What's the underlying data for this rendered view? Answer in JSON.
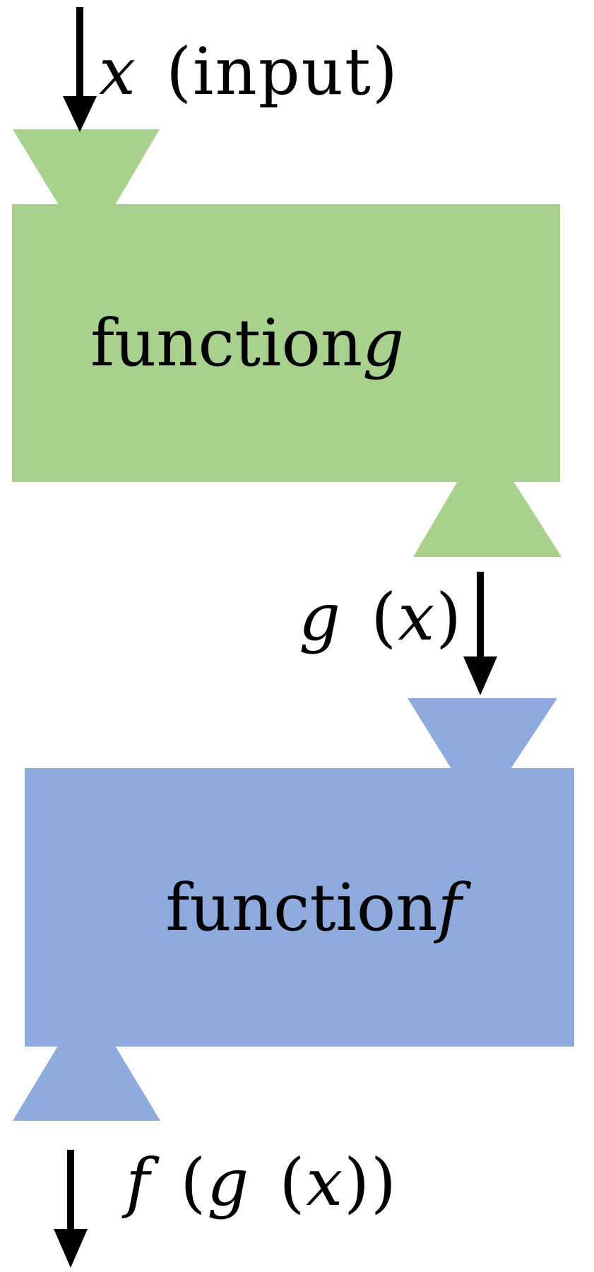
{
  "colors": {
    "block_g": "#A9D18E",
    "block_f": "#8FAADC",
    "arrow": "#000000",
    "text": "#000000",
    "background": "#FFFFFF"
  },
  "labels": {
    "input": [
      {
        "t": "x",
        "s": "italic"
      },
      {
        "t": " (input)",
        "s": "roman"
      }
    ],
    "function_g": [
      {
        "t": "function ",
        "s": "roman"
      },
      {
        "t": "g",
        "s": "italic"
      }
    ],
    "g_of_x": [
      {
        "t": "g",
        "s": "italic"
      },
      {
        "t": " (",
        "s": "roman"
      },
      {
        "t": "x",
        "s": "italic"
      },
      {
        "t": ")",
        "s": "roman"
      }
    ],
    "function_f": [
      {
        "t": "function ",
        "s": "roman"
      },
      {
        "t": "f",
        "s": "italic"
      }
    ],
    "f_of_g_of_x": [
      {
        "t": "f",
        "s": "italic"
      },
      {
        "t": " (",
        "s": "roman"
      },
      {
        "t": "g",
        "s": "italic"
      },
      {
        "t": " (",
        "s": "roman"
      },
      {
        "t": "x",
        "s": "italic"
      },
      {
        "t": "))",
        "s": "roman"
      }
    ]
  }
}
